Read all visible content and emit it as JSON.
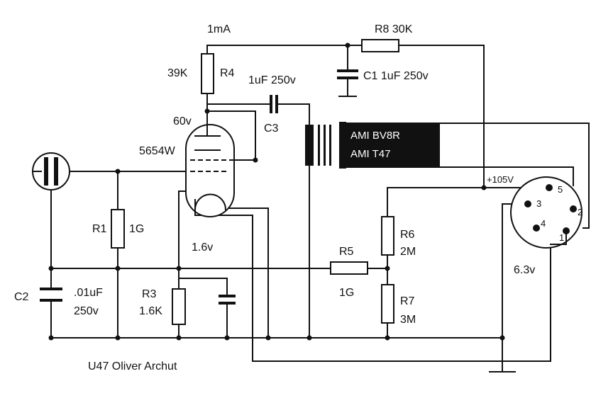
{
  "labels": {
    "current": "1mA",
    "r8": "R8 30K",
    "r4_value": "39K",
    "r4": "R4",
    "c3_value": "1uF 250v",
    "c1": "C1 1uF 250v",
    "plate_voltage": "60v",
    "c3": "C3",
    "tube": "5654W",
    "transformer_1": "AMI BV8R",
    "transformer_2": "AMI T47",
    "supply_voltage": "+105V",
    "pin5": "5",
    "pin3": "3",
    "pin2": "2",
    "pin4": "4",
    "pin1": "1",
    "r1": "R1",
    "r1_value": "1G",
    "r6": "R6",
    "r6_value": "2M",
    "cathode_voltage": "1.6v",
    "r5": "R5",
    "r5_value": "1G",
    "heater_voltage": "6.3v",
    "c2": "C2",
    "c2_value": ".01uF",
    "c2_voltage": "250v",
    "r3": "R3",
    "r3_value": "1.6K",
    "r7": "R7",
    "r7_value": "3M",
    "caption": "U47 Oliver Archut"
  }
}
